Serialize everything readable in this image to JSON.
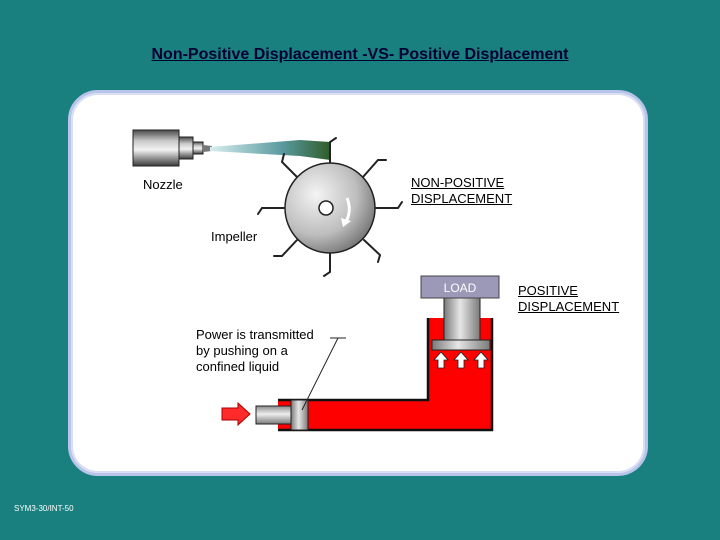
{
  "title": "Non-Positive Displacement -VS- Positive Displacement",
  "labels": {
    "nozzle": "Nozzle",
    "non_positive_line1": "NON-POSITIVE",
    "non_positive_line2": "DISPLACEMENT",
    "impeller": "Impeller",
    "load": "LOAD",
    "positive_line1": "POSITIVE",
    "positive_line2": "DISPLACEMENT",
    "power_line1": "Power is transmitted",
    "power_line2": "by pushing on a",
    "power_line3": "confined liquid"
  },
  "footer": "SYM3-30/INT-50",
  "colors": {
    "background": "#1a7f7f",
    "fluid": "#ff0000",
    "arrow": "#ff2a2a",
    "load_box": "#9c98b8"
  }
}
